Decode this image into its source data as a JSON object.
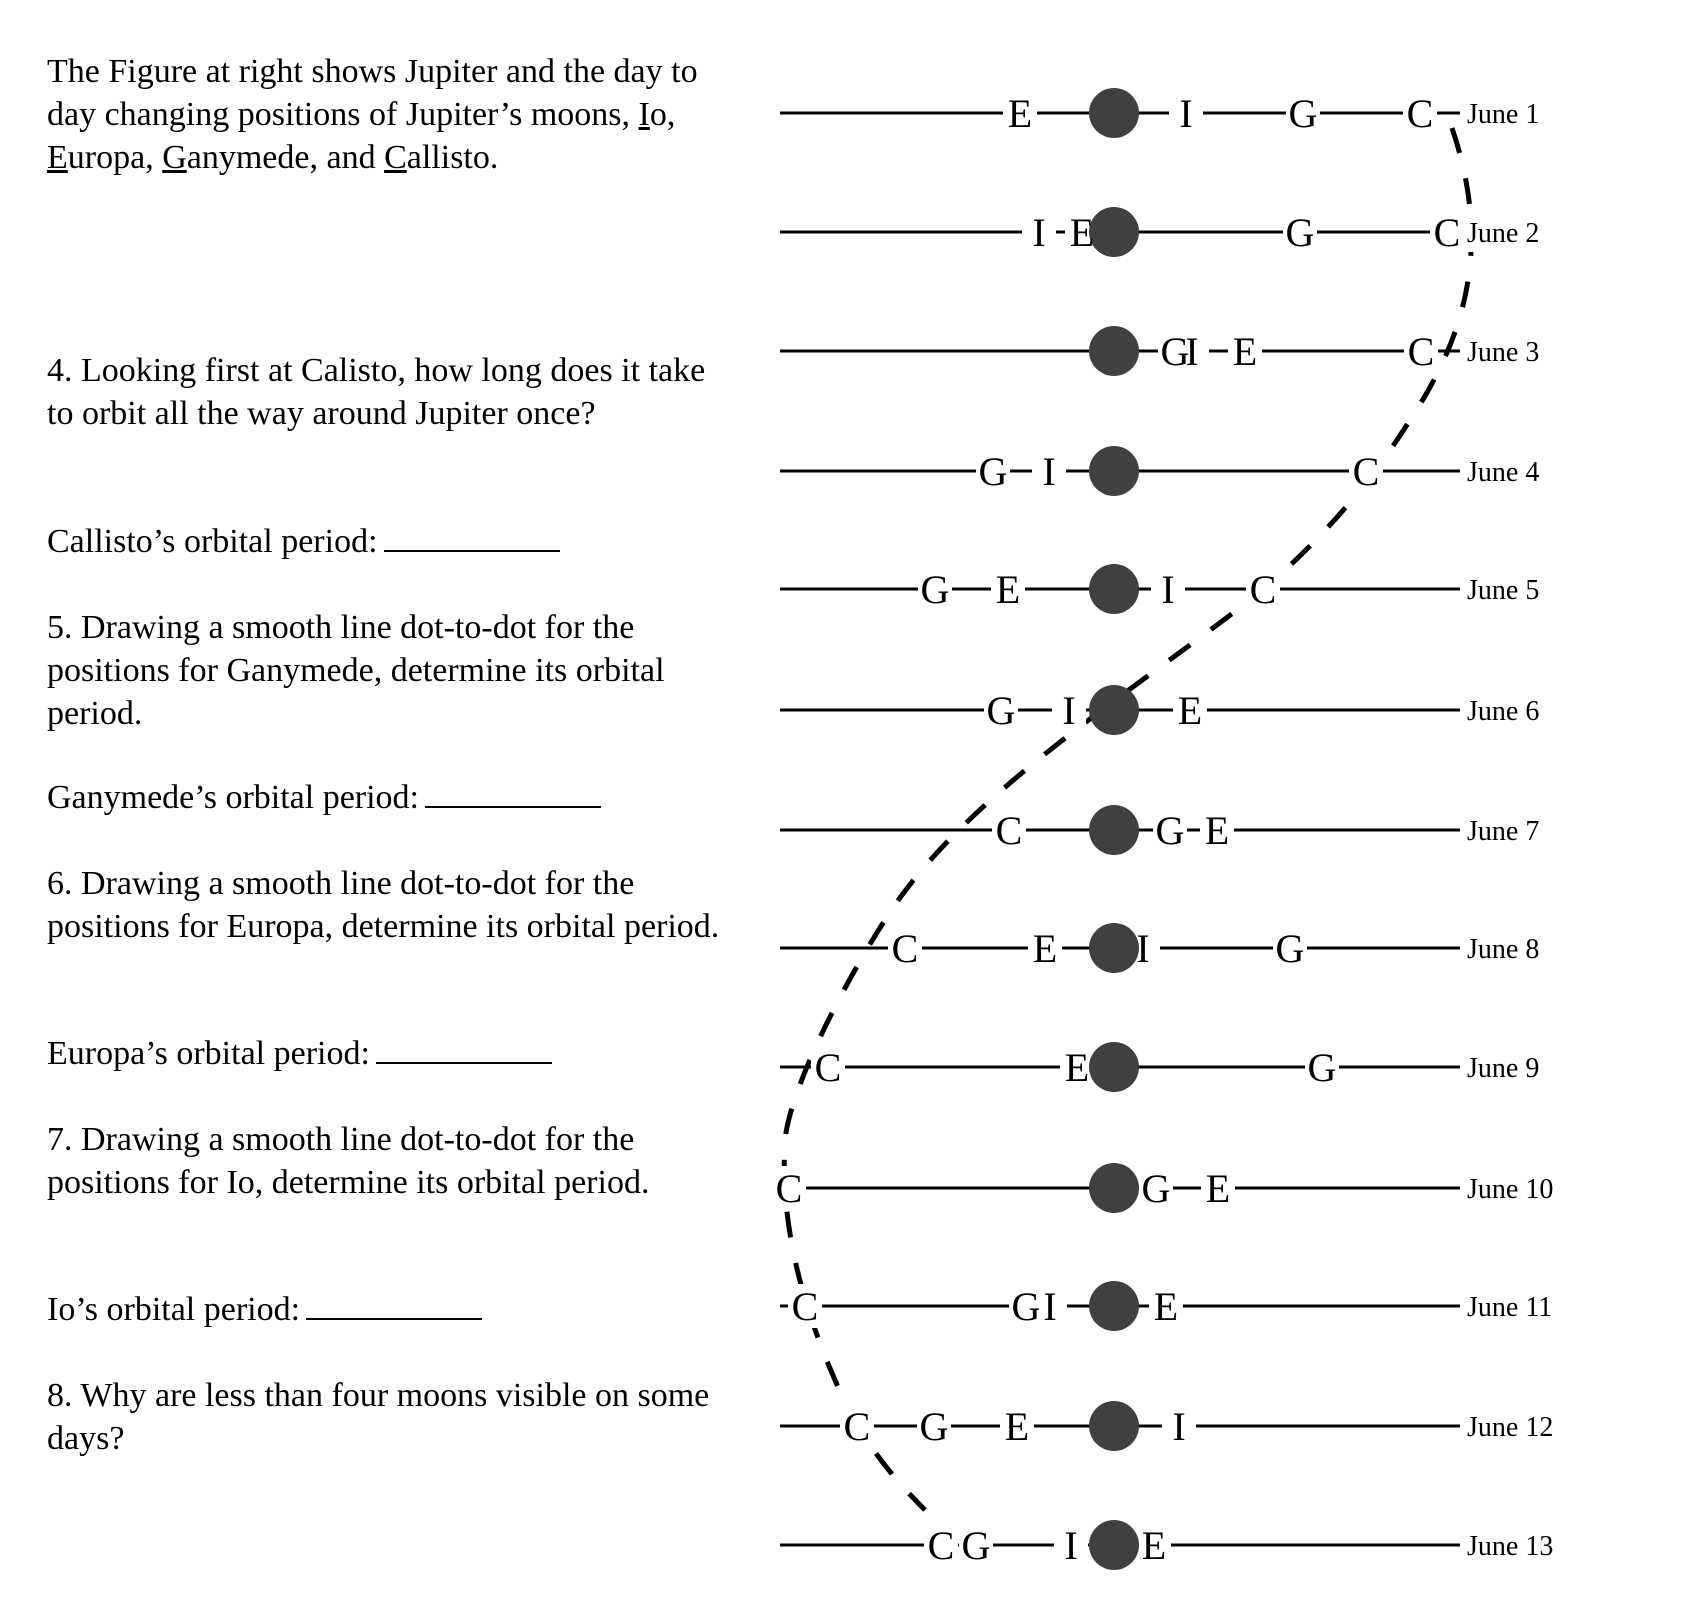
{
  "intro": {
    "before": "The Figure at right shows Jupiter and the day to day changing positions of Jupiter’s moons, ",
    "io_initial": "I",
    "io_rest": "o, ",
    "europa_initial": "E",
    "europa_rest": "uropa, ",
    "ganymede_initial": "G",
    "ganymede_rest": "anymede, and ",
    "callisto_initial": "C",
    "callisto_rest": "allisto."
  },
  "questions": [
    {
      "text": "4. Looking first at Calisto, how long does it take to orbit all the way around Jupiter once?",
      "answer_label": "Callisto’s orbital period:"
    },
    {
      "text": "5.  Drawing a smooth line dot-to-dot for the positions for Ganymede, determine its orbital period.",
      "answer_label": "Ganymede’s orbital period:"
    },
    {
      "text": "6.  Drawing a smooth line dot-to-dot for the positions for Europa, determine its orbital period.",
      "answer_label": "Europa’s orbital period:"
    },
    {
      "text": "7.  Drawing a smooth line dot-to-dot for the positions for Io, determine its orbital period.",
      "answer_label": "Io’s orbital period:"
    },
    {
      "text": "8.  Why are less than four moons visible on some days?"
    }
  ],
  "diagram": {
    "planet_color": "#404040",
    "days": [
      {
        "date": "June 1",
        "labels": [
          "E",
          "I",
          "G",
          "C"
        ]
      },
      {
        "date": "June 2",
        "labels": [
          "I",
          "E",
          "G",
          "C"
        ]
      },
      {
        "date": "June 3",
        "labels": [
          "G",
          "I",
          "E",
          "C"
        ]
      },
      {
        "date": "June 4",
        "labels": [
          "G",
          "I",
          "C"
        ]
      },
      {
        "date": "June 5",
        "labels": [
          "G",
          "E",
          "I",
          "C"
        ]
      },
      {
        "date": "June 6",
        "labels": [
          "G",
          "I",
          "E"
        ]
      },
      {
        "date": "June 7",
        "labels": [
          "C",
          "G",
          "E"
        ]
      },
      {
        "date": "June 8",
        "labels": [
          "C",
          "E",
          "I",
          "G"
        ]
      },
      {
        "date": "June 9",
        "labels": [
          "C",
          "E",
          "G"
        ]
      },
      {
        "date": "June 10",
        "labels": [
          "C",
          "G",
          "E"
        ]
      },
      {
        "date": "June 11",
        "labels": [
          "C",
          "G",
          "I",
          "E"
        ]
      },
      {
        "date": "June 12",
        "labels": [
          "C",
          "G",
          "E",
          "I"
        ]
      },
      {
        "date": "June 13",
        "labels": [
          "C",
          "G",
          "I",
          "E"
        ]
      }
    ]
  }
}
